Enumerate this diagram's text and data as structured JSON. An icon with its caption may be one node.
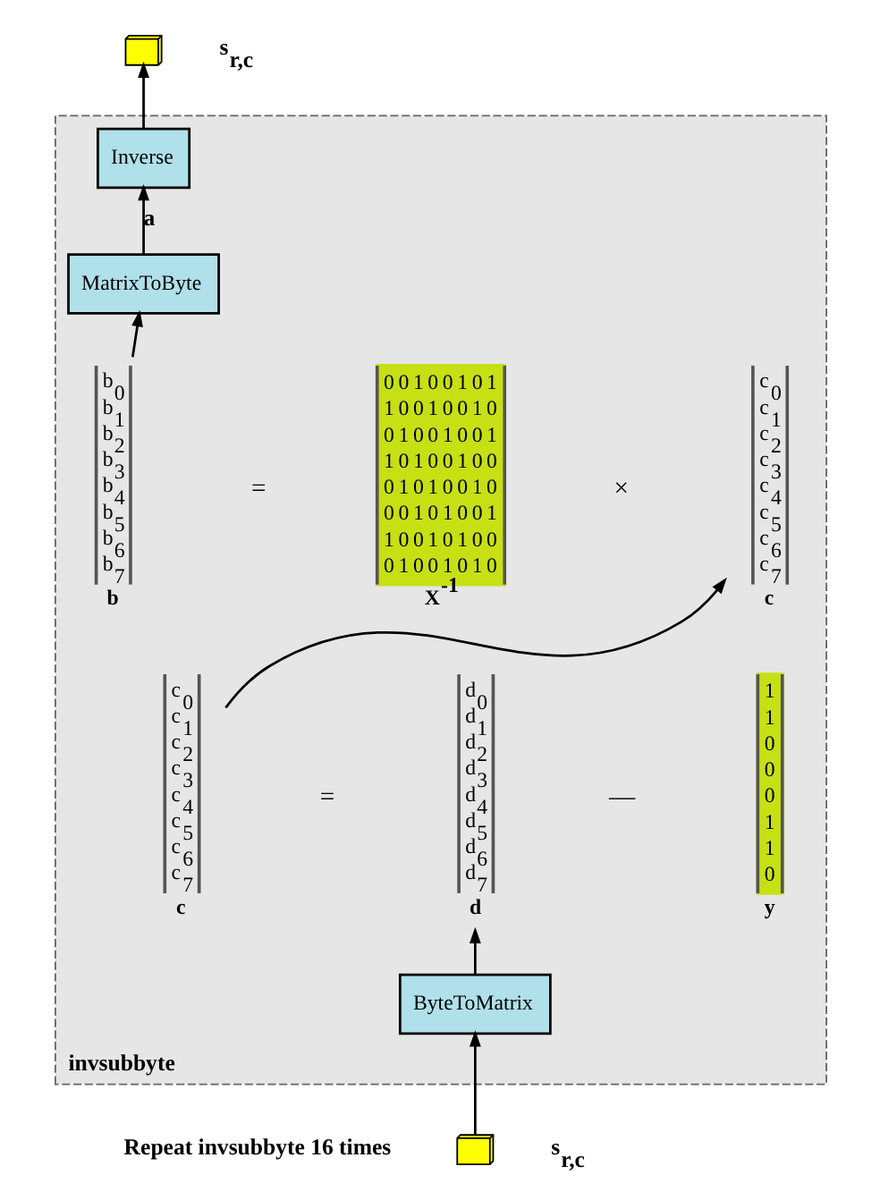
{
  "diagram": {
    "nodes": [
      {
        "text": [],
        "shape": "box",
        "beside": [
          "s$_{r,c}$"
        ]
      },
      {
        "text": [
          "invsubbyte"
        ]
      },
      {
        "text": [
          "Inverse"
        ],
        "in": 1
      },
      {
        "text": [
          "MatrixToByte"
        ],
        "in": 1
      },
      {
        "text": [
          "b$_{0}$ b$_{1}$ b$_{2}$ b$_{3}$ b$_{4}$ b$_{5}$ b$_{6}$ b$_{7}$",
          "b"
        ],
        "in": 1
      },
      {
        "text": [
          "0 0 1 0 0 1 0 1 1 0 0 1 0 0 1 0 0 1 0 0 1 0 0 1 1 0 1 0 0 1 0 0 0 1 0 1 0 0 1 0 0 0 1 0 1 0 0 1 1 0 0 1 0 1 0 0 0 1 0 0 1 0 1 0",
          "X$^{-1}$"
        ],
        "in": 1
      },
      {
        "text": [
          "c$_{0}$ c$_{1}$ c$_{2}$ c$_{3}$ c$_{4}$ c$_{5}$ c$_{6}$ c$_{7}$",
          "c"
        ],
        "in": 1
      },
      {
        "text": [
          "c$_{0}$ c$_{1}$ c$_{2}$ c$_{3}$ c$_{4}$ c$_{5}$ c$_{6}$ c$_{7}$",
          "c"
        ],
        "in": 1
      },
      {
        "text": [
          "d$_{0}$ d$_{1}$ d$_{2}$ d$_{3}$ d$_{4}$ d$_{5}$ d$_{6}$ d$_{7}$",
          "d"
        ],
        "in": 1
      },
      {
        "text": [
          "1 1 0 0 0 1 1 0",
          "y"
        ],
        "in": 1
      },
      {
        "text": [
          "ByteToMatrix"
        ],
        "in": 1
      },
      {
        "text": [],
        "shape": "box",
        "beside": [
          "s$_{r,c}$"
        ]
      }
    ],
    "edges": [
      {
        "from": 11,
        "to": 10,
        "arrow": "to"
      },
      {
        "from": 10,
        "to": 8,
        "arrow": "to"
      },
      {
        "from": 7,
        "to": 6,
        "arrow": "to"
      },
      {
        "from": 4,
        "to": 3,
        "arrow": "to"
      },
      {
        "from": 3,
        "to": 2,
        "arrow": "to",
        "label": "a"
      },
      {
        "from": 2,
        "to": 0,
        "arrow": "to"
      }
    ],
    "labels": [
      "=",
      "×",
      "=",
      "—",
      "Repeat invsubbyte 16 times"
    ]
  }
}
